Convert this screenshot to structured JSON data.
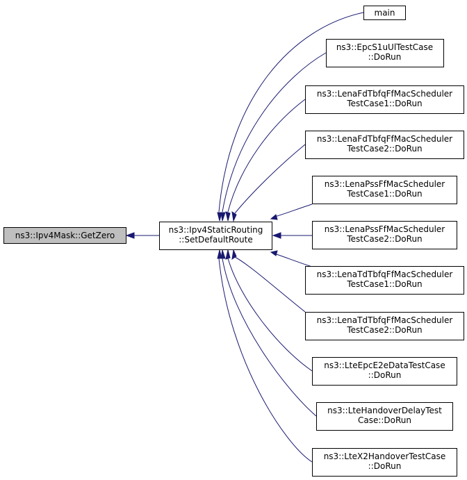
{
  "colors": {
    "edge": "#191970",
    "focus_fill": "#bfbfbf",
    "node_fill": "#ffffff",
    "border": "#000000"
  },
  "nodes": {
    "get_zero": {
      "lines": [
        "ns3::Ipv4Mask::GetZero"
      ]
    },
    "set_default_route": {
      "lines": [
        "ns3::Ipv4StaticRouting",
        "::SetDefaultRoute"
      ]
    },
    "callers": [
      {
        "lines": [
          "main"
        ]
      },
      {
        "lines": [
          "ns3::EpcS1uUlTestCase",
          "::DoRun"
        ]
      },
      {
        "lines": [
          "ns3::LenaFdTbfqFfMacScheduler",
          "TestCase1::DoRun"
        ]
      },
      {
        "lines": [
          "ns3::LenaFdTbfqFfMacScheduler",
          "TestCase2::DoRun"
        ]
      },
      {
        "lines": [
          "ns3::LenaPssFfMacScheduler",
          "TestCase1::DoRun"
        ]
      },
      {
        "lines": [
          "ns3::LenaPssFfMacScheduler",
          "TestCase2::DoRun"
        ]
      },
      {
        "lines": [
          "ns3::LenaTdTbfqFfMacScheduler",
          "TestCase1::DoRun"
        ]
      },
      {
        "lines": [
          "ns3::LenaTdTbfqFfMacScheduler",
          "TestCase2::DoRun"
        ]
      },
      {
        "lines": [
          "ns3::LteEpcE2eDataTestCase",
          "::DoRun"
        ]
      },
      {
        "lines": [
          "ns3::LteHandoverDelayTest",
          "Case::DoRun"
        ]
      },
      {
        "lines": [
          "ns3::LteX2HandoverTestCase",
          "::DoRun"
        ]
      }
    ]
  }
}
